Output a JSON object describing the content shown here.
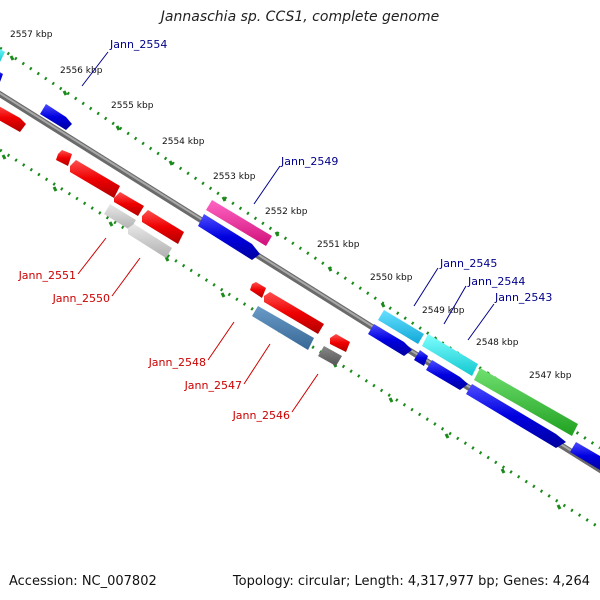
{
  "title": "Jannaschia sp. CCS1, complete genome",
  "footer": {
    "accession": "Accession: NC_007802",
    "summary": "Topology: circular; Length: 4,317,977 bp; Genes: 4,264"
  },
  "colors": {
    "backbone": "#808080",
    "ticks": "#1a8a1a",
    "label_blue": "#00008b",
    "label_red": "#cc0000"
  },
  "kbp_labels": [
    "2557 kbp",
    "2556 kbp",
    "2555 kbp",
    "2554 kbp",
    "2553 kbp",
    "2552 kbp",
    "2551 kbp",
    "2550 kbp",
    "2549 kbp",
    "2548 kbp",
    "2547 kbp"
  ],
  "gene_labels": {
    "blue": [
      "Jann_2554",
      "Jann_2549",
      "Jann_2545",
      "Jann_2544",
      "Jann_2543"
    ],
    "red": [
      "Jann_2551",
      "Jann_2550",
      "Jann_2548",
      "Jann_2547",
      "Jann_2546"
    ]
  }
}
